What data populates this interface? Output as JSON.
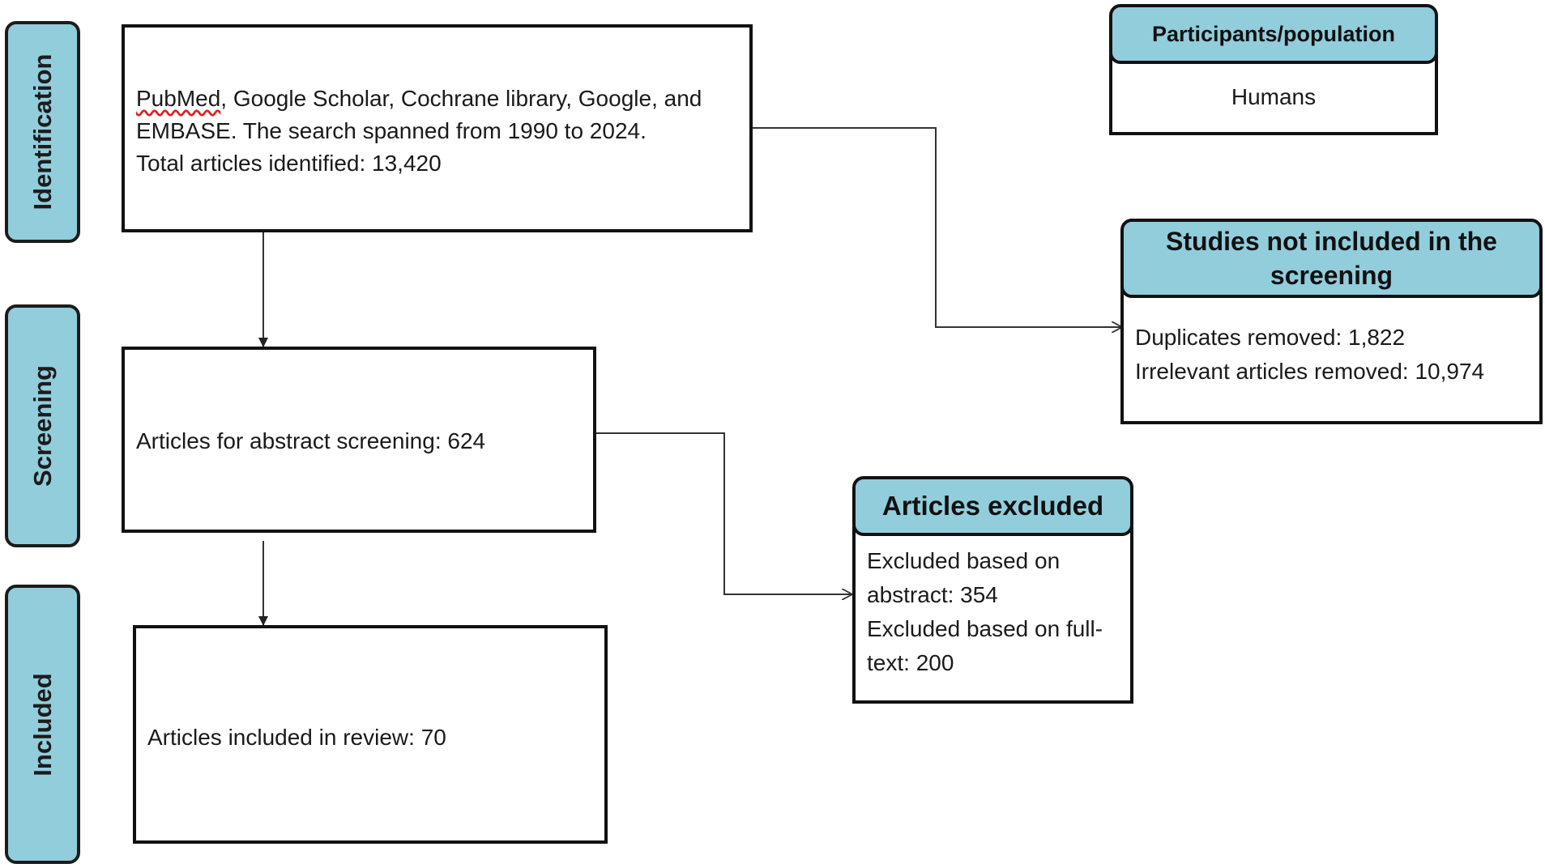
{
  "phases": {
    "identification": "Identification",
    "screening": "Screening",
    "included": "Included"
  },
  "identification_box": {
    "line1_prefix": "PubMed",
    "line1_rest": ", Google Scholar, Cochrane library, Google, and",
    "line2": "EMBASE. The search spanned from 1990 to 2024.",
    "line3": "Total articles identified: 13,420"
  },
  "screening_box": {
    "text": "Articles for abstract screening: 624"
  },
  "included_box": {
    "text": "Articles included in review: 70"
  },
  "participants": {
    "header": "Participants/population",
    "value": "Humans"
  },
  "not_included": {
    "header_line1": "Studies not included in the",
    "header_line2": "screening",
    "line1": "Duplicates removed: 1,822",
    "line2": "Irrelevant articles removed: 10,974"
  },
  "excluded": {
    "header": "Articles excluded",
    "line1": "Excluded based on",
    "line2": "abstract: 354",
    "line3": "Excluded based on full-",
    "line4": "text: 200"
  },
  "colors": {
    "phase_fill": "#92cddc",
    "border": "#111111",
    "connector": "#333333"
  }
}
